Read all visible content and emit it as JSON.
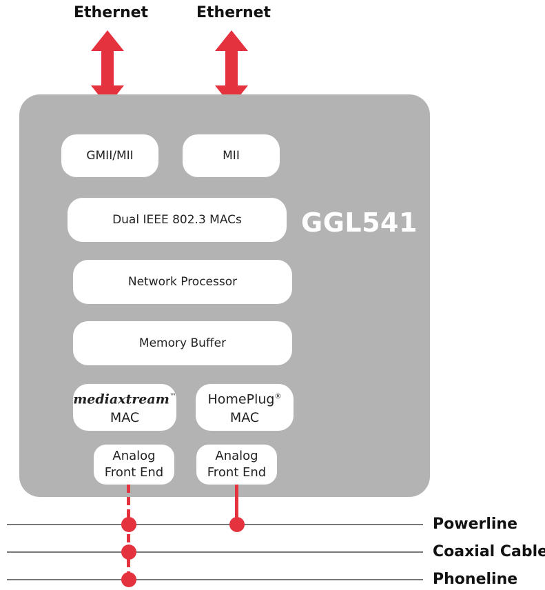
{
  "top_labels": {
    "left": "Ethernet",
    "right": "Ethernet"
  },
  "chip": {
    "name": "GGL541"
  },
  "blocks": {
    "gmii": "GMII/MII",
    "mii": "MII",
    "macs": "Dual IEEE 802.3 MACs",
    "processor": "Network Processor",
    "memory": "Memory Buffer",
    "mediaxtream_brand": "mediaxtream",
    "mediaxtream_tm": "™",
    "mediaxtream_mac": "MAC",
    "homeplug_brand": "HomePlug",
    "homeplug_reg": "®",
    "homeplug_mac": "MAC",
    "afe_left_1": "Analog",
    "afe_left_2": "Front End",
    "afe_right_1": "Analog",
    "afe_right_2": "Front End"
  },
  "media": {
    "powerline": "Powerline",
    "coax": "Coaxial Cable",
    "phoneline": "Phoneline"
  },
  "colors": {
    "accent": "#e4333f",
    "chip": "#b3b3b3",
    "line": "#777777"
  }
}
